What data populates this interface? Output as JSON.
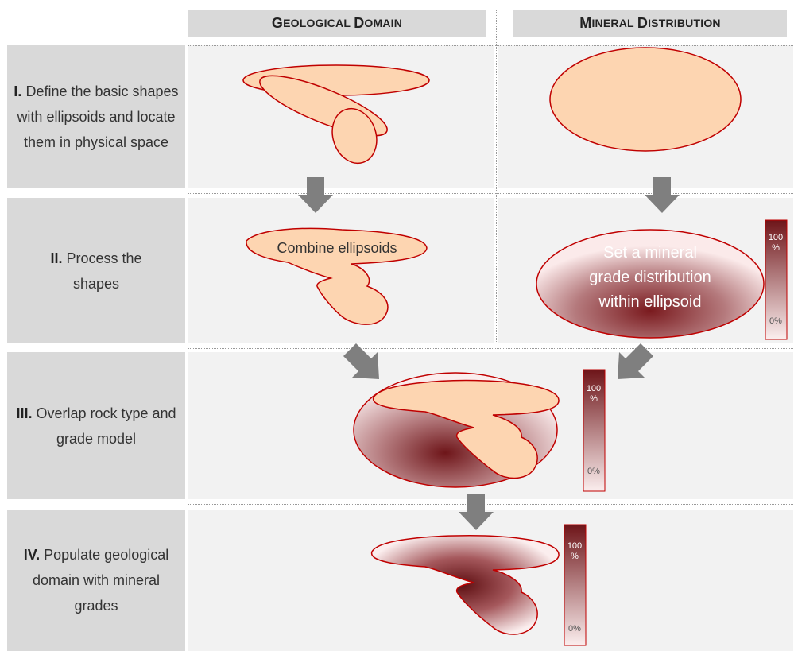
{
  "headers": {
    "geological_domain": {
      "first": "G",
      "rest": "EOLOGICAL",
      "first2": "D",
      "rest2": "OMAIN"
    },
    "mineral_distribution": {
      "first": "M",
      "rest": "INERAL",
      "first2": "D",
      "rest2": "ISTRIBUTION"
    }
  },
  "rows": [
    {
      "numeral": "I.",
      "text": " Define the basic shapes with ellipsoids and locate them in physical space"
    },
    {
      "numeral": "II.",
      "text": " Process the shapes"
    },
    {
      "numeral": "III.",
      "text": " Overlap rock type and grade model"
    },
    {
      "numeral": "IV.",
      "text": " Populate geological domain with mineral grades"
    }
  ],
  "labels": {
    "combine": "Combine ellipsoids",
    "set_grade_line1": "Set a mineral",
    "set_grade_line2": "grade distribution",
    "set_grade_line3": "within ellipsoid"
  },
  "scale": {
    "top_line1": "100",
    "top_line2": "%",
    "bottom": "0%"
  },
  "colors": {
    "shape_fill": "#fdd5b1",
    "shape_stroke": "#c00000",
    "grade_dark": "#7a1a1e",
    "arrow": "#7f7f7f",
    "row_label_bg": "#d9d9d9",
    "panel_bg": "#f2f2f2"
  }
}
